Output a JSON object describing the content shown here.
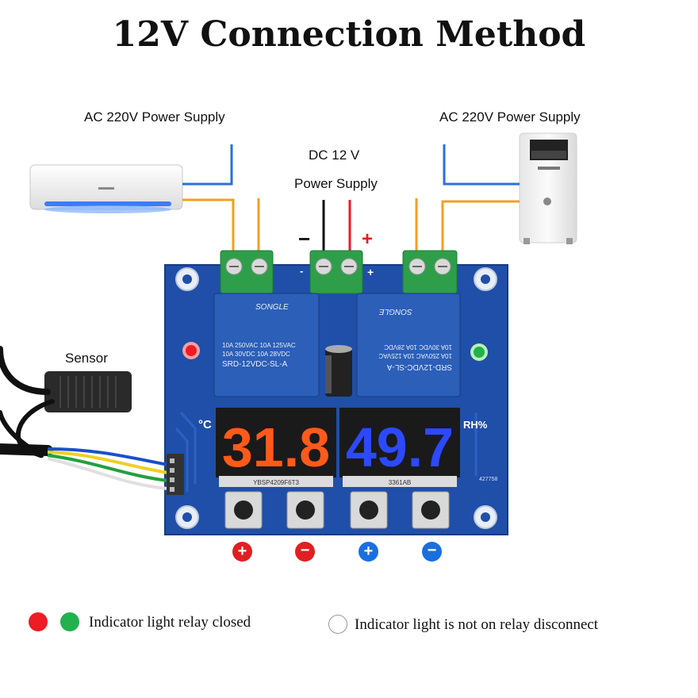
{
  "title": "12V Connection Method",
  "labels": {
    "ac_left": "AC 220V Power Supply",
    "ac_right": "AC 220V Power Supply",
    "dc_line1": "DC 12 V",
    "dc_line2": "Power Supply",
    "dc_minus": "−",
    "dc_plus": "+",
    "sensor": "Sensor",
    "term_minus": "-",
    "term_plus": "+",
    "unit_c": "°C",
    "unit_rh": "RH%"
  },
  "display": {
    "temperature": "31.8",
    "humidity": "49.7",
    "temp_sticker": "YBSP4209F6T3",
    "hum_sticker": "3361AB",
    "board_id": "427758"
  },
  "relays": {
    "left": {
      "brand": "SONGLE",
      "rating1": "10A 250VAC  10A 125VAC",
      "rating2": "10A 30VDC  10A 28VDC",
      "model": "SRD-12VDC-SL-A"
    },
    "right": {
      "brand": "SONGLE",
      "rating1": "10A 250VAC  10A 125VAC",
      "rating2": "10A 30VDC  10A 28VDC",
      "model": "SRD-12VDC-SL-A"
    }
  },
  "buttons": [
    {
      "symbol": "+",
      "color": "#e02020"
    },
    {
      "symbol": "−",
      "color": "#e02020"
    },
    {
      "symbol": "+",
      "color": "#1a6fe0"
    },
    {
      "symbol": "−",
      "color": "#1a6fe0"
    }
  ],
  "legend": {
    "closed_text": "Indicator light relay closed",
    "open_text": "Indicator light is not on  relay disconnect",
    "red": "#ee1c24",
    "green": "#22b14c"
  },
  "colors": {
    "board": "#1f4fa8",
    "wire_blue": "#2a70d8",
    "wire_orange": "#f0a020",
    "wire_red": "#e02020",
    "temp_led": "#ff5a1a",
    "hum_led": "#2c49ff"
  }
}
